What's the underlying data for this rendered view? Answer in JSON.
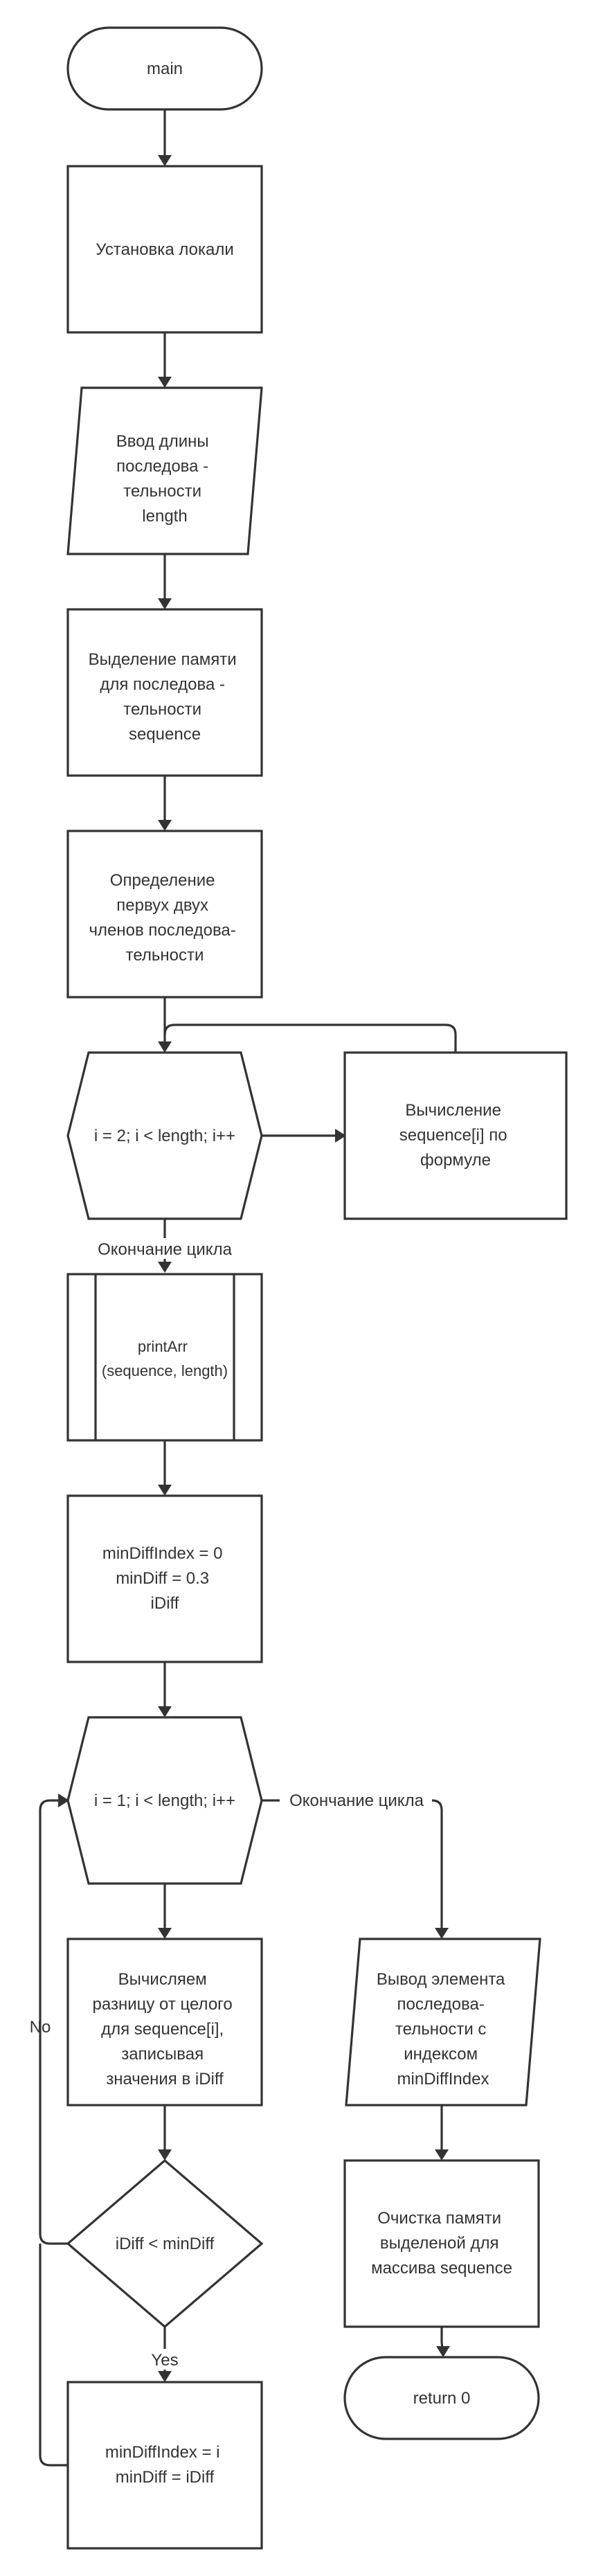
{
  "flowchart": {
    "start": {
      "label": "main"
    },
    "set_locale": {
      "label": "Установка локали"
    },
    "input_length": {
      "lines": [
        "Ввод длины",
        "последова -",
        "тельности",
        "length"
      ]
    },
    "alloc_sequence": {
      "lines": [
        "Выделение памяти",
        "для последова -",
        "тельности",
        "sequence"
      ]
    },
    "init_first_two": {
      "lines": [
        "Определение",
        "первух двух",
        "членов последова-",
        "тельности"
      ]
    },
    "loop1": {
      "label": "i = 2; i < length; i++",
      "exit_label": "Окончание цикла"
    },
    "compute_sequence": {
      "lines": [
        "Вычисление",
        "sequence[i] по",
        "формуле"
      ]
    },
    "print_arr": {
      "lines": [
        "printArr",
        "(sequence, length)"
      ]
    },
    "init_min": {
      "lines": [
        "minDiffIndex = 0",
        "minDiff = 0.3",
        "iDiff"
      ]
    },
    "loop2": {
      "label": "i = 1; i < length; i++",
      "exit_label": "Окончание цикла"
    },
    "compute_diff": {
      "lines": [
        "Вычисляем",
        "разницу от целого",
        "для sequence[i],",
        "записывая",
        "значения в iDiff"
      ]
    },
    "condition": {
      "label": "iDiff < minDiff",
      "no_label": "No",
      "yes_label": "Yes"
    },
    "update_min": {
      "lines": [
        "minDiffIndex = i",
        "minDiff = iDiff"
      ]
    },
    "output_element": {
      "lines": [
        "Вывод элемента",
        "последова-",
        "тельности с",
        "индексом",
        "minDiffIndex"
      ]
    },
    "free_memory": {
      "lines": [
        "Очистка памяти",
        "выделеной для",
        "массива sequence"
      ]
    },
    "end": {
      "label": "return 0"
    }
  },
  "colors": {
    "stroke": "#333333",
    "fill": "#ffffff",
    "text": "#333333"
  }
}
